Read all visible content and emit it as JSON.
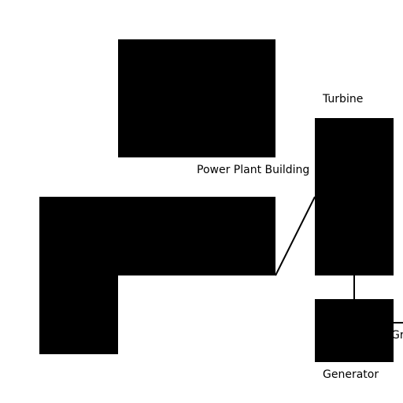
{
  "diagram": {
    "labels": {
      "power_plant_building": "Power Plant Building",
      "turbine": "Turbine",
      "generator": "Generator",
      "grid_partial": "Gr"
    },
    "colors": {
      "fill": "#000000",
      "stroke": "#000000",
      "background": "#ffffff"
    }
  }
}
